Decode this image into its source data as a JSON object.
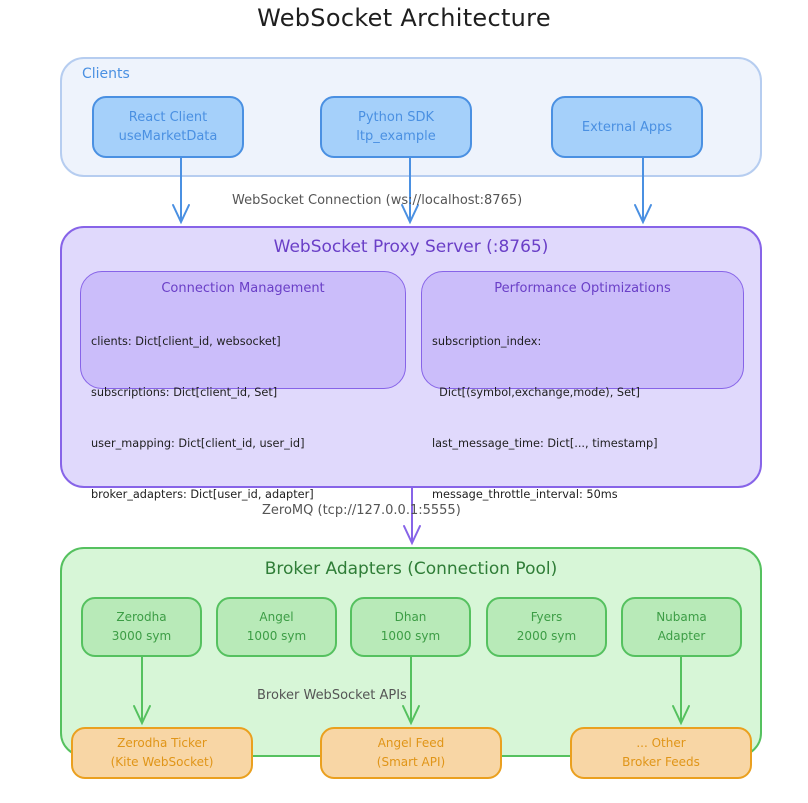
{
  "title": "WebSocket Architecture",
  "colors": {
    "clients_fill": "#eef3fc",
    "clients_stroke": "#b6cdf0",
    "client_node_fill": "#a5d0fa",
    "client_node_stroke": "#4a90e2",
    "client_text": "#4a90e2",
    "proxy_fill": "#e0d9fc",
    "proxy_stroke": "#8764e8",
    "proxy_inner_fill": "#cbbdfa",
    "proxy_text": "#6a3fc7",
    "broker_fill": "#d7f6d7",
    "broker_stroke": "#55c15f",
    "broker_node_fill": "#b8eab8",
    "broker_text": "#3c9d45",
    "broker_title": "#2f7d37",
    "feed_fill": "#f8d6a5",
    "feed_stroke": "#eaa01f",
    "feed_text": "#e09518"
  },
  "clients": {
    "label": "Clients",
    "nodes": [
      {
        "line1": "React Client",
        "line2": "useMarketData"
      },
      {
        "line1": "Python SDK",
        "line2": "ltp_example"
      },
      {
        "line1": "External Apps",
        "line2": ""
      }
    ]
  },
  "edges": {
    "websocket_connection": "WebSocket Connection (ws://localhost:8765)",
    "zeromq": "ZeroMQ (tcp://127.0.0.1:5555)",
    "broker_apis": "Broker WebSocket APIs"
  },
  "proxy": {
    "label": "WebSocket Proxy Server (:8765)",
    "connection_management": {
      "title": "Connection Management",
      "lines": [
        "clients: Dict[client_id, websocket]",
        "subscriptions: Dict[client_id, Set]",
        "user_mapping: Dict[client_id, user_id]",
        "broker_adapters: Dict[user_id, adapter]"
      ]
    },
    "performance": {
      "title": "Performance Optimizations",
      "lines": [
        "subscription_index:",
        "  Dict[(symbol,exchange,mode), Set]",
        "last_message_time: Dict[..., timestamp]",
        "message_throttle_interval: 50ms"
      ]
    }
  },
  "brokers": {
    "label": "Broker Adapters (Connection Pool)",
    "nodes": [
      {
        "line1": "Zerodha",
        "line2": "3000 sym"
      },
      {
        "line1": "Angel",
        "line2": "1000 sym"
      },
      {
        "line1": "Dhan",
        "line2": "1000 sym"
      },
      {
        "line1": "Fyers",
        "line2": "2000 sym"
      },
      {
        "line1": "Nubama",
        "line2": "Adapter"
      }
    ]
  },
  "feeds": [
    {
      "line1": "Zerodha Ticker",
      "line2": "(Kite WebSocket)"
    },
    {
      "line1": "Angel Feed",
      "line2": "(Smart API)"
    },
    {
      "line1": "... Other",
      "line2": "Broker Feeds"
    }
  ]
}
